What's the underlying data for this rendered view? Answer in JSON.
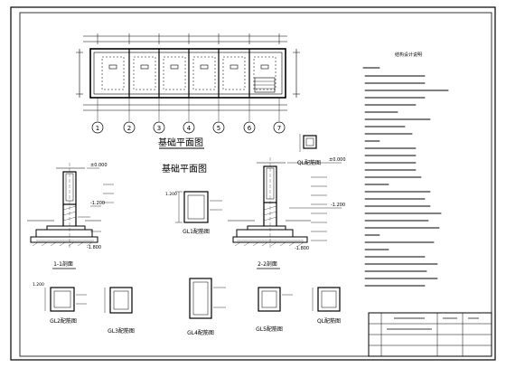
{
  "drawing": {
    "plan_title": "基础平面图",
    "ring_beam_title": "基础平面图",
    "axis_labels": [
      "1",
      "2",
      "3",
      "4",
      "5",
      "6",
      "7"
    ],
    "notes_title": "结构设计说明"
  },
  "sections": {
    "s1": "1-1剖面",
    "s2": "2-2剖面",
    "gl1": "GL1配筋图",
    "gl2": "GL2配筋图",
    "gl3": "GL3配筋图",
    "gl4": "GL4配筋图",
    "gl5": "GL5配筋图",
    "qb": "QL配筋图"
  },
  "elevations": {
    "top1": "±0.000",
    "mid1": "-1.200",
    "bot1": "-1.800",
    "top2": "±0.000",
    "mid2": "-1.200",
    "bot2": "-1.800",
    "d1": "1.200",
    "d2": "1.200"
  }
}
